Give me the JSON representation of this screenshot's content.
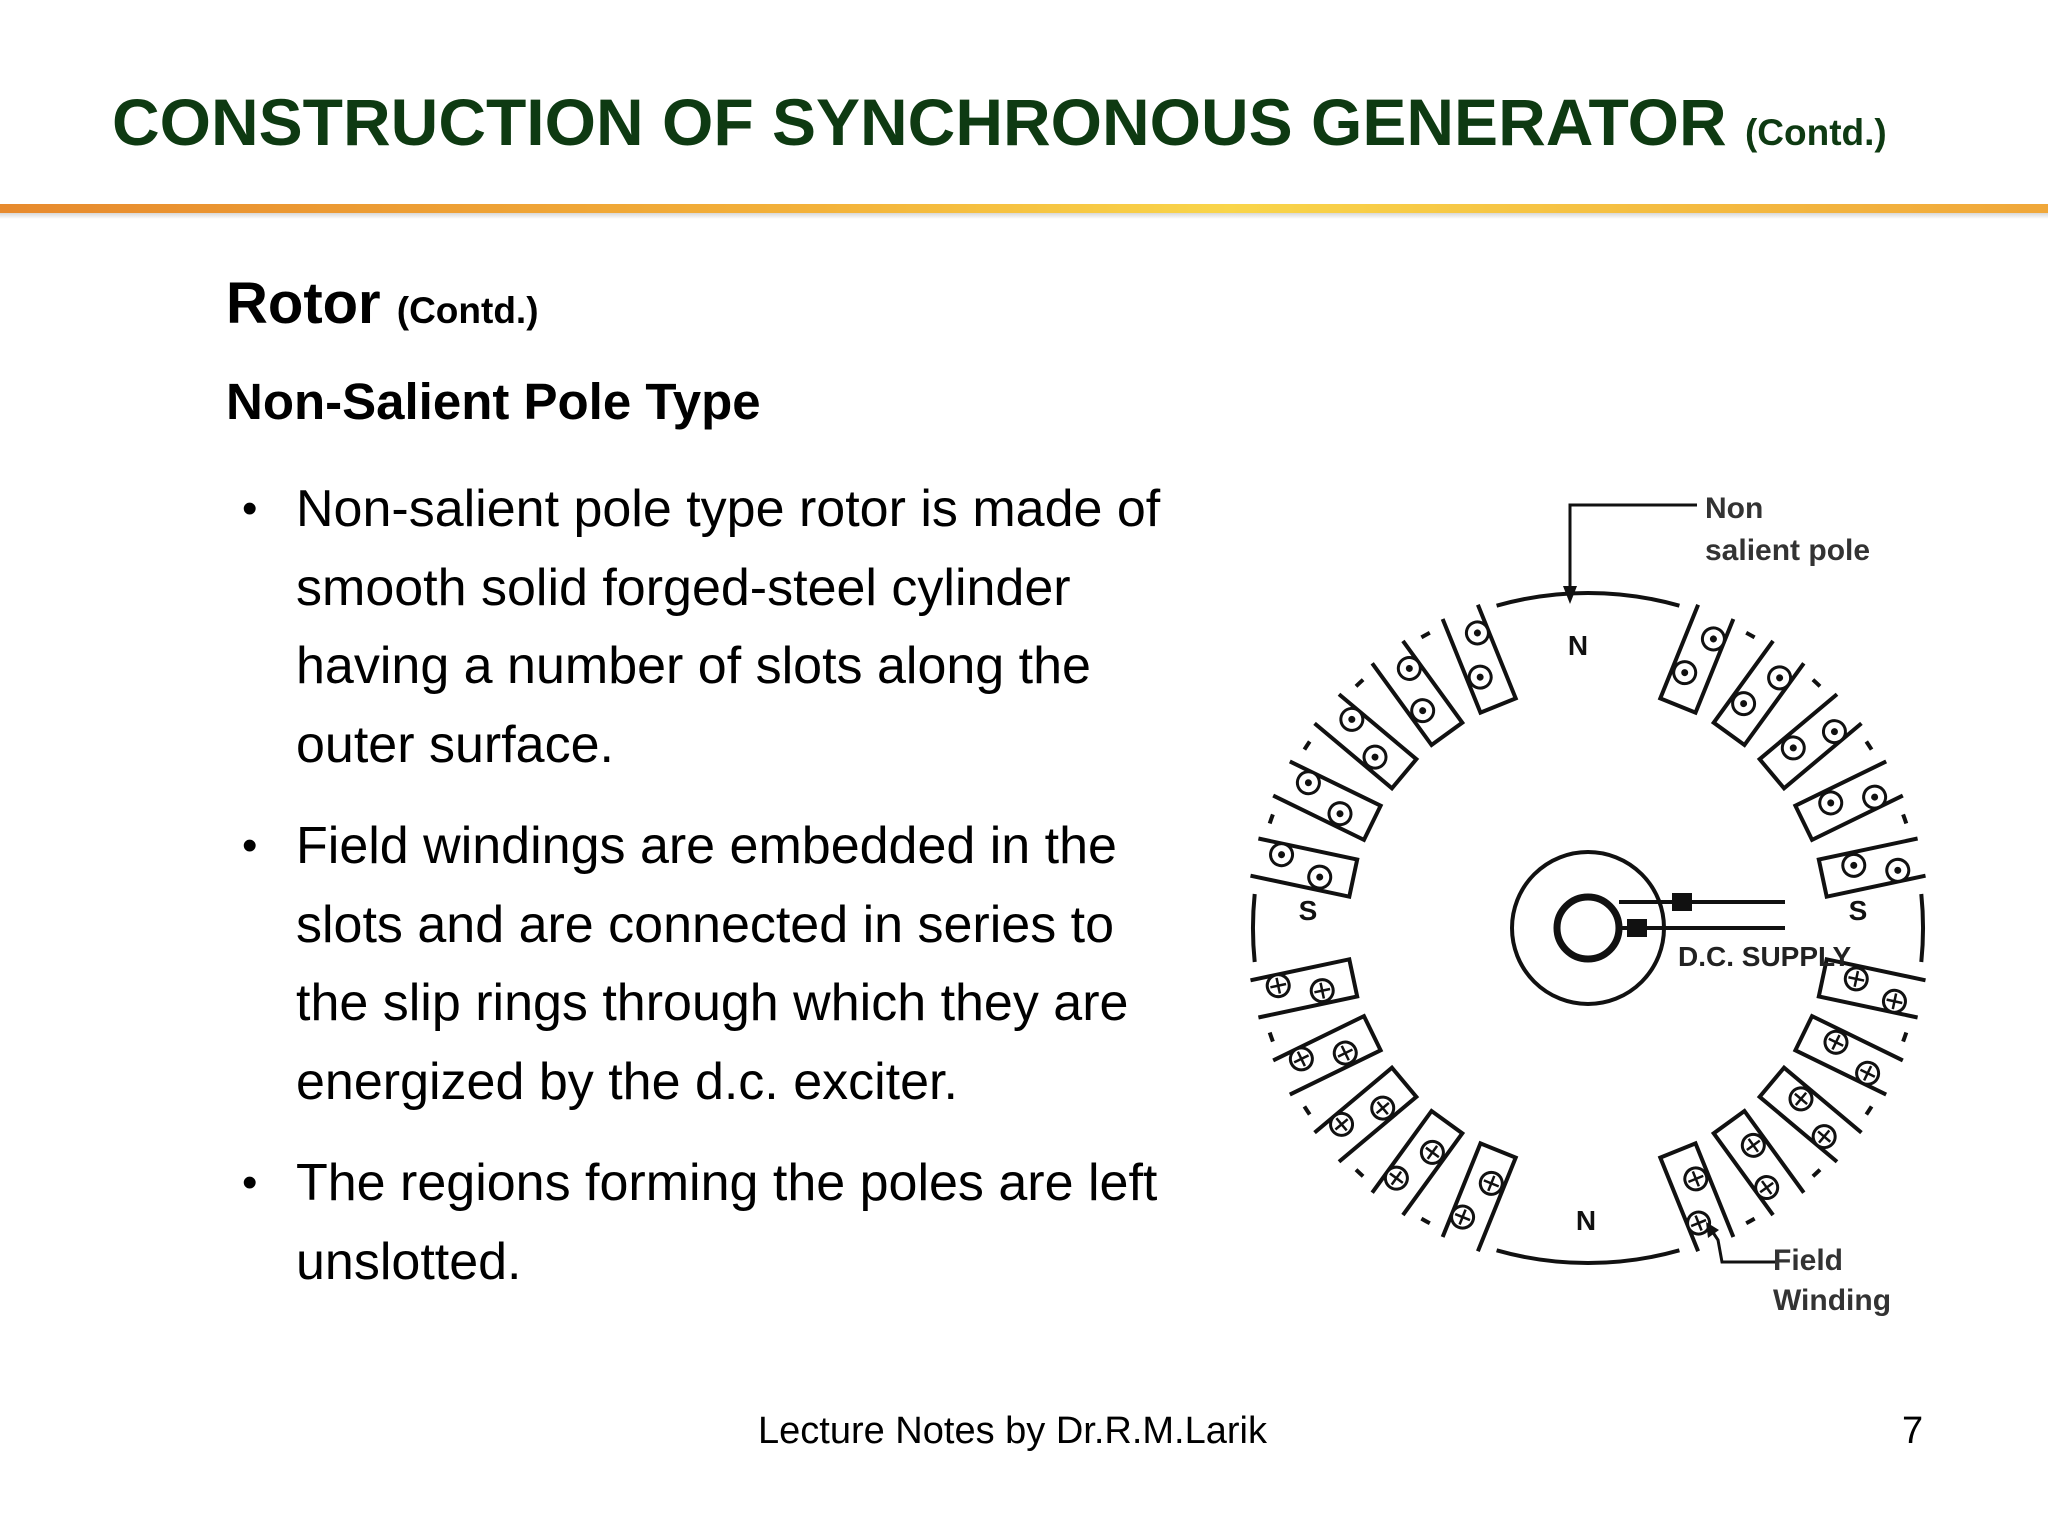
{
  "slide": {
    "title": "CONSTRUCTION OF SYNCHRONOUS GENERATOR",
    "title_suffix": "(Contd.)",
    "section_heading": "Rotor",
    "section_suffix": "(Contd.)",
    "subheading": "Non-Salient Pole Type",
    "bullets": [
      "Non-salient pole type rotor is made of smooth solid forged-steel cylinder having a number of slots along the outer surface.",
      "Field windings are embedded in the slots and are connected in series to the slip rings through which they are energized by the d.c. exciter.",
      "The regions forming the poles are left unslotted."
    ],
    "footer": "Lecture Notes by Dr.R.M.Larik",
    "page_number": "7"
  },
  "diagram": {
    "labels": {
      "non_salient_line1": "Non",
      "non_salient_line2": "salient pole",
      "pole_top": "N",
      "pole_bottom": "N",
      "pole_left": "S",
      "pole_right": "S",
      "dc_supply": "D.C. SUPPLY",
      "field_line1": "Field",
      "field_line2": "Winding"
    }
  },
  "colors": {
    "title": "#0e3a12",
    "rule": "#f3b23a",
    "text": "#000000"
  }
}
